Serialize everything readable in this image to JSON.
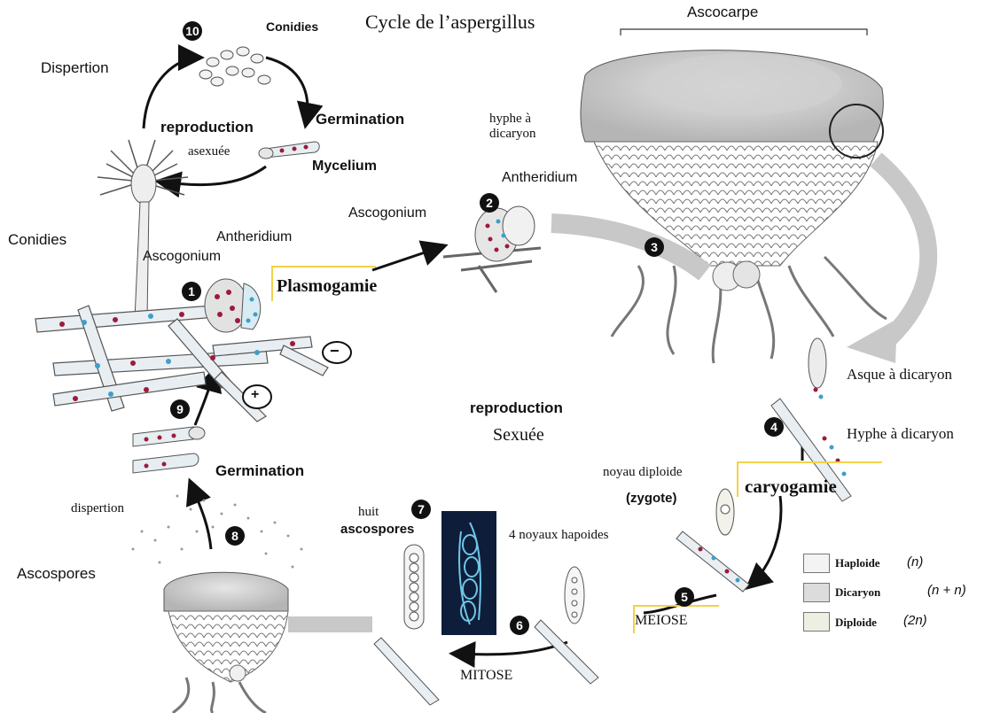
{
  "title": "Cycle de l’aspergillus",
  "labels": {
    "conidies_top": "Conidies",
    "dispertion_top": "Dispertion",
    "reproduction_asex": "reproduction",
    "asexuee": "asexuée",
    "germination_top": "Germination",
    "mycelium": "Mycelium",
    "conidies_left": "Conidies",
    "antheridium_left": "Antheridium",
    "ascogonium_left": "Ascogonium",
    "plasmogamie": "Plasmogamie",
    "ascocarpe": "Ascocarpe",
    "hyphe_dicaryon": "hyphe à dicaryon",
    "antheridium_mid": "Antheridium",
    "ascogonium_mid": "Ascogonium",
    "asque_dicaryon": "Asque à dicaryon",
    "hyphe_dicaryon_right": "Hyphe à dicaryon",
    "reproduction_sex": "reproduction",
    "sexuee": "Sexuée",
    "noyau_diploide": "noyau diploide",
    "zygote": "(zygote)",
    "caryogamie": "caryogamie",
    "quatre_noyaux": "4 noyaux hapoides",
    "huit": "huit",
    "ascospores_small": "ascospores",
    "meiose": "MEIOSE",
    "mitose": "MITOSE",
    "germination_bottom": "Germination",
    "dispertion_bottom": "dispertion",
    "ascospores_left": "Ascospores",
    "minus": "−",
    "plus": "+"
  },
  "steps": [
    "10",
    "1",
    "2",
    "3",
    "4",
    "5",
    "6",
    "7",
    "8",
    "9"
  ],
  "legend": [
    {
      "label": "Haploide",
      "formula": "(n)",
      "color": "#f3f3f3"
    },
    {
      "label": "Dicaryon",
      "formula": "(n + n)",
      "color": "#dcdcdc"
    },
    {
      "label": "Diploide",
      "formula": "(2n)",
      "color": "#ecefe2"
    }
  ],
  "colors": {
    "nucleus_red": "#9b1b3a",
    "nucleus_blue": "#3d9fc8",
    "arrow_grey": "#c8c8c8",
    "highlight": "#f2d24a"
  }
}
